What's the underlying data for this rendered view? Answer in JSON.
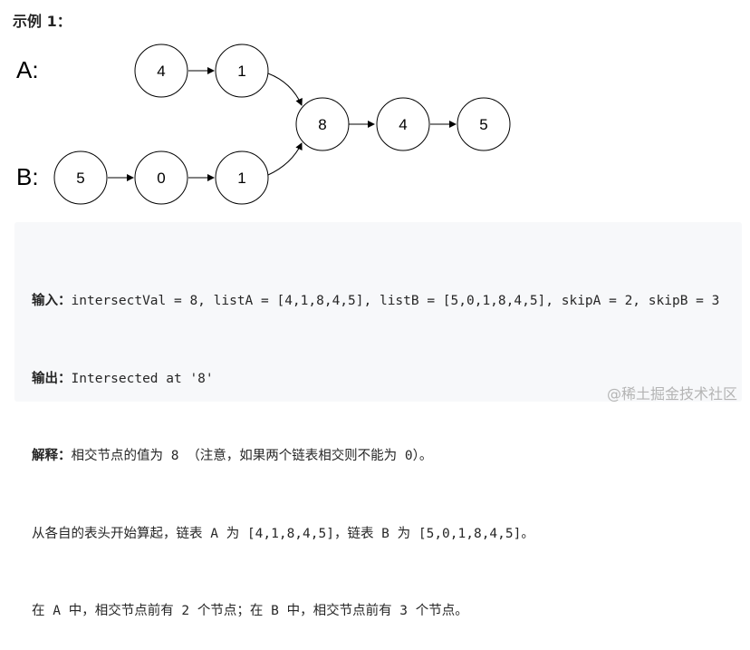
{
  "heading": "示例 1：",
  "diagram": {
    "labels": {
      "a": "A:",
      "b": "B:"
    },
    "list_a": [
      "4",
      "1"
    ],
    "list_b": [
      "5",
      "0",
      "1"
    ],
    "shared": [
      "8",
      "4",
      "5"
    ]
  },
  "example": {
    "input_label": "输入：",
    "input_text": "intersectVal = 8, listA = [4,1,8,4,5], listB = [5,0,1,8,4,5], skipA = 2, skipB = 3",
    "output_label": "输出：",
    "output_text": "Intersected at '8'",
    "explain_label": "解释：",
    "explain_lines": [
      "相交节点的值为 8 （注意，如果两个链表相交则不能为 0）。",
      "从各自的表头开始算起，链表 A 为 [4,1,8,4,5]，链表 B 为 [5,0,1,8,4,5]。",
      "在 A 中，相交节点前有 2 个节点；在 B 中，相交节点前有 3 个节点。"
    ]
  },
  "watermark": "@稀土掘金技术社区"
}
